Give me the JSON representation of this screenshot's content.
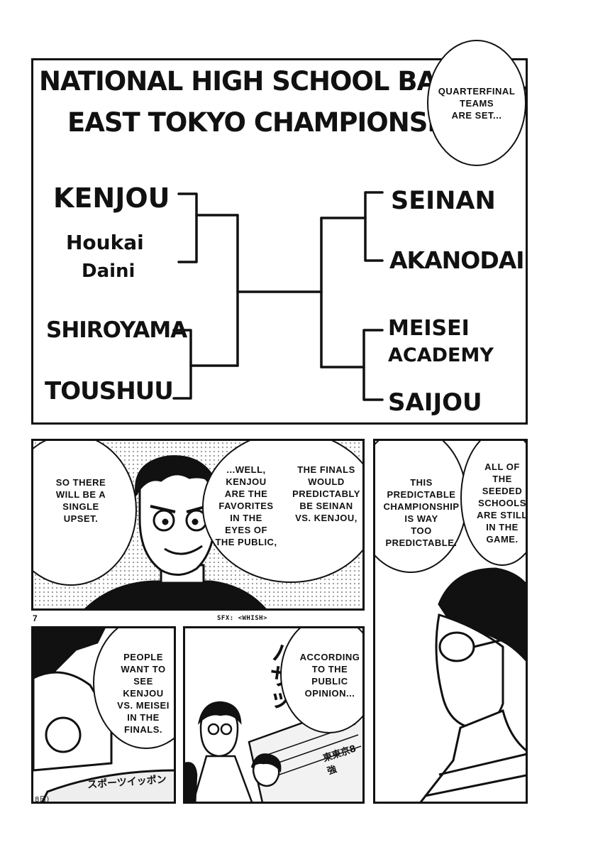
{
  "bracket": {
    "title_line1": "NATIONAL HIGH SCHOOL BASEBAL",
    "title_line2": "EAST TOKYO CHAMPIONSHIP",
    "left": {
      "team1": "KENJOU",
      "team2_line1": "Houkai",
      "team2_line2": "Daini",
      "team3": "SHIROYAMA",
      "team4": "TOUSHUU"
    },
    "right": {
      "team1": "SEINAN",
      "team2": "AKANODAI",
      "team3_line1": "MEISEI",
      "team3_line2": "ACADEMY",
      "team4": "SAIJOU"
    },
    "bubble": [
      "QUARTERFINAL",
      "TEAMS",
      "ARE SET..."
    ]
  },
  "panel_2": {
    "bubble_upset": [
      "SO THERE",
      "WILL BE A",
      "SINGLE",
      "UPSET."
    ],
    "bubble_favorites": [
      "...WELL,",
      "KENJOU",
      "ARE THE",
      "FAVORITES",
      "IN THE",
      "EYES OF",
      "THE PUBLIC,"
    ],
    "bubble_finals": [
      "THE FINALS",
      "WOULD",
      "PREDICTABLY",
      "BE SEINAN",
      "VS. KENJOU,"
    ]
  },
  "panel_3": {
    "bubble_predictable": [
      "THIS",
      "PREDICTABLE",
      "CHAMPIONSHIP",
      "IS WAY",
      "TOO",
      "PREDICTABLE."
    ],
    "bubble_seeded": [
      "ALL OF",
      "THE",
      "SEEDED",
      "SCHOOLS",
      "ARE STILL",
      "IN THE",
      "GAME."
    ]
  },
  "page_number": "7",
  "sfx_caption": "SFX: <WHISH>",
  "panel_4": {
    "bubble_people": [
      "PEOPLE",
      "WANT TO",
      "SEE",
      "KENJOU",
      "VS. MEISEI",
      "IN THE",
      "FINALS."
    ],
    "newspaper_text": "スポーツイッポン",
    "date_fragment": "8日)"
  },
  "panel_5": {
    "bubble_opinion": [
      "ACCORDING",
      "TO THE",
      "PUBLIC",
      "OPINION..."
    ],
    "sfx_katakana": "バサッ",
    "newspaper_headline": "東東京8強"
  }
}
